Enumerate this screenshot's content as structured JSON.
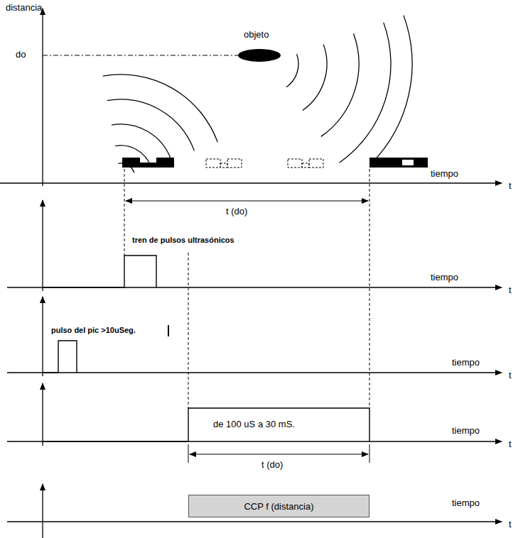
{
  "diagram": {
    "nodes": [
      {
        "text": [
          "CCP f (distancia)"
        ]
      }
    ],
    "labels": [
      "distancia",
      "do",
      "objeto",
      "tiempo",
      "t",
      "t (do)",
      "tren de pulsos ultrasónicos",
      "tiempo",
      "t",
      "pulso del pic >10uSeg.",
      "tiempo",
      "t",
      "de 100 uS a 30 mS.",
      "tiempo",
      "t",
      "t (do)",
      "tiempo",
      "t"
    ]
  }
}
